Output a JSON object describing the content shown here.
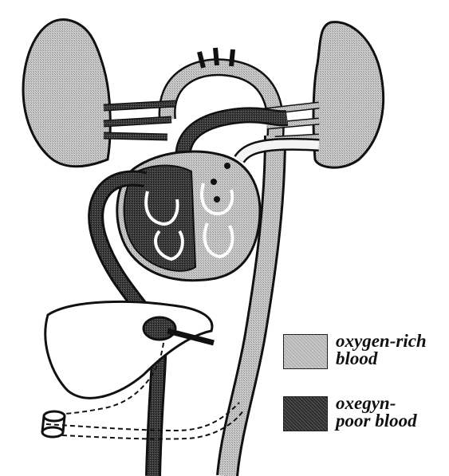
{
  "legend": {
    "oxygen_rich_label": "oxygen-rich blood",
    "oxygen_rich_line1": "oxygen-rich",
    "oxygen_rich_line2": "blood",
    "oxygen_poor_label": "oxegyn- poor blood",
    "oxygen_poor_line1": "oxegyn-",
    "oxygen_poor_line2": "poor blood"
  },
  "colors": {
    "oxygen_rich": "#b5b5b5",
    "oxygen_poor": "#333333",
    "outline": "#111111",
    "background": "#ffffff"
  }
}
